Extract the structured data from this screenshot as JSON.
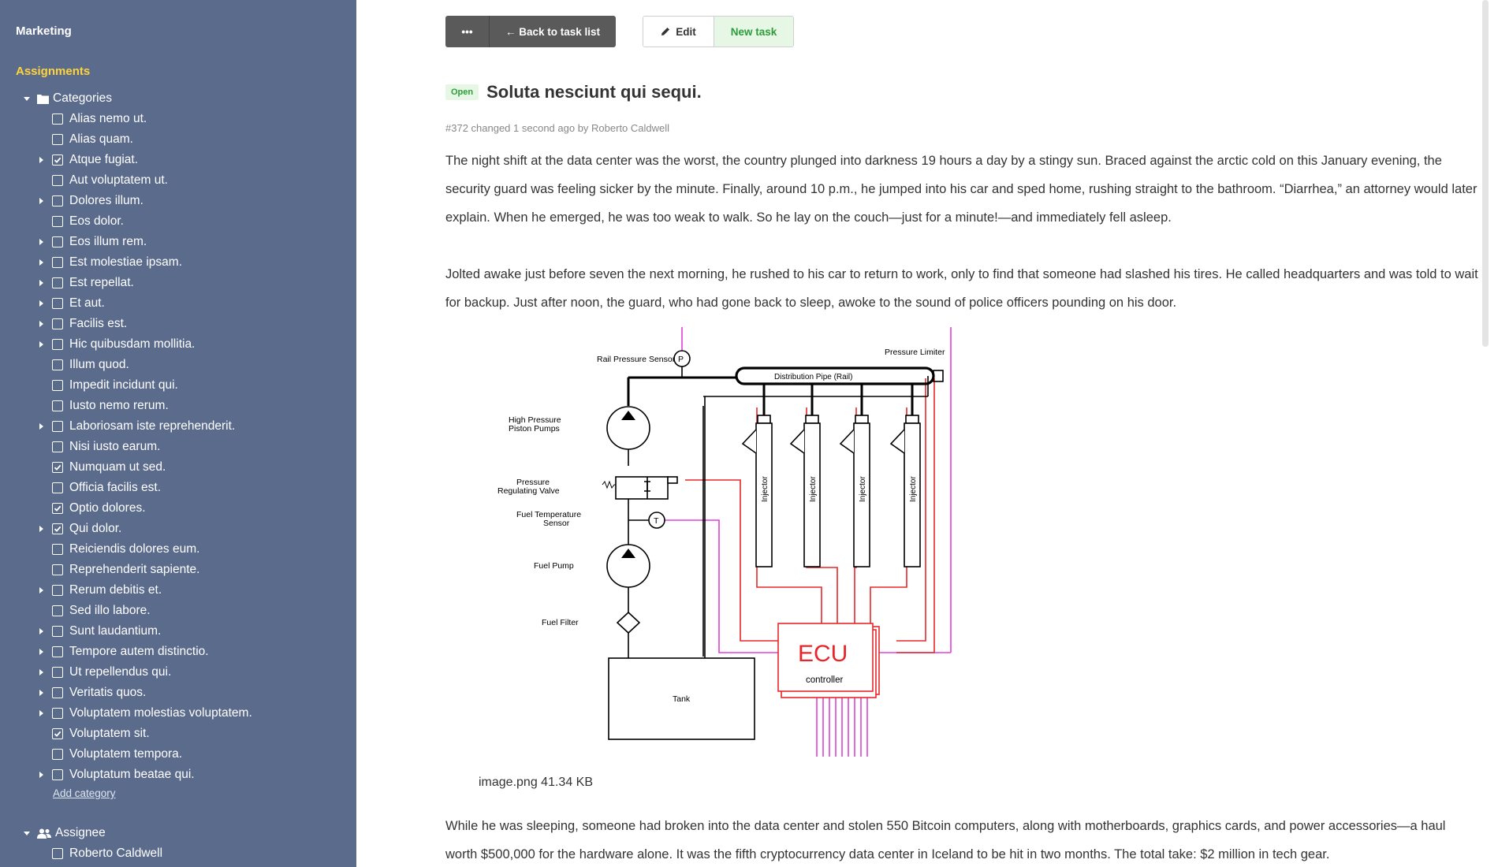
{
  "sidebar": {
    "project": "Marketing",
    "section": "Assignments",
    "categories_label": "Categories",
    "categories": [
      {
        "label": "Alias nemo ut.",
        "checked": false,
        "caret": false
      },
      {
        "label": "Alias quam.",
        "checked": false,
        "caret": false
      },
      {
        "label": "Atque fugiat.",
        "checked": true,
        "caret": true
      },
      {
        "label": "Aut voluptatem ut.",
        "checked": false,
        "caret": false
      },
      {
        "label": "Dolores illum.",
        "checked": false,
        "caret": true
      },
      {
        "label": "Eos dolor.",
        "checked": false,
        "caret": false
      },
      {
        "label": "Eos illum rem.",
        "checked": false,
        "caret": true
      },
      {
        "label": "Est molestiae ipsam.",
        "checked": false,
        "caret": true
      },
      {
        "label": "Est repellat.",
        "checked": false,
        "caret": true
      },
      {
        "label": "Et aut.",
        "checked": false,
        "caret": true
      },
      {
        "label": "Facilis est.",
        "checked": false,
        "caret": true
      },
      {
        "label": "Hic quibusdam mollitia.",
        "checked": false,
        "caret": true
      },
      {
        "label": "Illum quod.",
        "checked": false,
        "caret": false
      },
      {
        "label": "Impedit incidunt qui.",
        "checked": false,
        "caret": false
      },
      {
        "label": "Iusto nemo rerum.",
        "checked": false,
        "caret": false
      },
      {
        "label": "Laboriosam iste reprehenderit.",
        "checked": false,
        "caret": true
      },
      {
        "label": "Nisi iusto earum.",
        "checked": false,
        "caret": false
      },
      {
        "label": "Numquam ut sed.",
        "checked": true,
        "caret": false
      },
      {
        "label": "Officia facilis est.",
        "checked": false,
        "caret": false
      },
      {
        "label": "Optio dolores.",
        "checked": true,
        "caret": false
      },
      {
        "label": "Qui dolor.",
        "checked": true,
        "caret": true
      },
      {
        "label": "Reiciendis dolores eum.",
        "checked": false,
        "caret": false
      },
      {
        "label": "Reprehenderit sapiente.",
        "checked": false,
        "caret": false
      },
      {
        "label": "Rerum debitis et.",
        "checked": false,
        "caret": true
      },
      {
        "label": "Sed illo labore.",
        "checked": false,
        "caret": false
      },
      {
        "label": "Sunt laudantium.",
        "checked": false,
        "caret": true
      },
      {
        "label": "Tempore autem distinctio.",
        "checked": false,
        "caret": true
      },
      {
        "label": "Ut repellendus qui.",
        "checked": false,
        "caret": true
      },
      {
        "label": "Veritatis quos.",
        "checked": false,
        "caret": true
      },
      {
        "label": "Voluptatem molestias voluptatem.",
        "checked": false,
        "caret": true
      },
      {
        "label": "Voluptatem sit.",
        "checked": true,
        "caret": false
      },
      {
        "label": "Voluptatem tempora.",
        "checked": false,
        "caret": false
      },
      {
        "label": "Voluptatum beatae qui.",
        "checked": false,
        "caret": true
      }
    ],
    "add_category": "Add category",
    "assignee_label": "Assignee",
    "assignees": [
      {
        "label": "Roberto Caldwell",
        "checked": false
      }
    ]
  },
  "toolbar": {
    "more_label": "•••",
    "back_label": "← Back to task list",
    "edit_label": "Edit",
    "new_task_label": "New task"
  },
  "task": {
    "status": "Open",
    "title": "Soluta nesciunt qui sequi.",
    "meta": "#372 changed 1 second ago by Roberto Caldwell",
    "paragraphs": [
      "The night shift at the data center was the worst, the country plunged into darkness 19 hours a day by a stingy sun. Braced against the arctic cold on this January evening, the security guard was feeling sicker by the minute. Finally, around 10 p.m., he jumped into his car and sped home, rushing straight to the bathroom. “Diarrhea,” an attorney would later explain. When he emerged, he was too weak to walk. So he lay on the couch—just for a minute!—and immediately fell asleep.",
      "Jolted awake just before seven the next morning, he rushed to his car to return to work, only to find that someone had slashed his tires. He called headquarters and was told to wait for backup. Just after noon, the guard, who had gone back to sleep, awoke to the sound of police officers pounding on his door.",
      "While he was sleeping, someone had broken into the data center and stolen 550 Bitcoin computers, along with motherboards, graphics cards, and power accessories—a haul worth $500,000 for the hardware alone. It was the fifth cryptocurrency data center in Iceland to be hit in two months. The total take: $2 million in tech gear."
    ],
    "attachment": {
      "name": "image.png",
      "size": "41.34 KB"
    }
  },
  "diagram": {
    "labels": {
      "rail_sensor": "Rail Pressure Sensor",
      "rail_sensor_symbol": "P",
      "pressure_limiter": "Pressure Limiter",
      "distribution_pipe": "Distribution Pipe (Rail)",
      "hp_pumps_1": "High Pressure",
      "hp_pumps_2": "Piston Pumps",
      "prv_1": "Pressure",
      "prv_2": "Regulating Valve",
      "fts_1": "Fuel Temperature",
      "fts_2": "Sensor",
      "fts_symbol": "T",
      "fuel_pump": "Fuel Pump",
      "fuel_filter": "Fuel Filter",
      "tank": "Tank",
      "injector": "Injector",
      "ecu": "ECU",
      "controller": "controller"
    },
    "colors": {
      "red": "#e8262a",
      "magenta": "#e040d8",
      "black": "#000000"
    }
  },
  "colors": {
    "sidebar_bg": "#5b6b8c",
    "accent_yellow": "#ffd43b",
    "open_green": "#2e9c3a",
    "dark_button": "#5a5a5a"
  }
}
